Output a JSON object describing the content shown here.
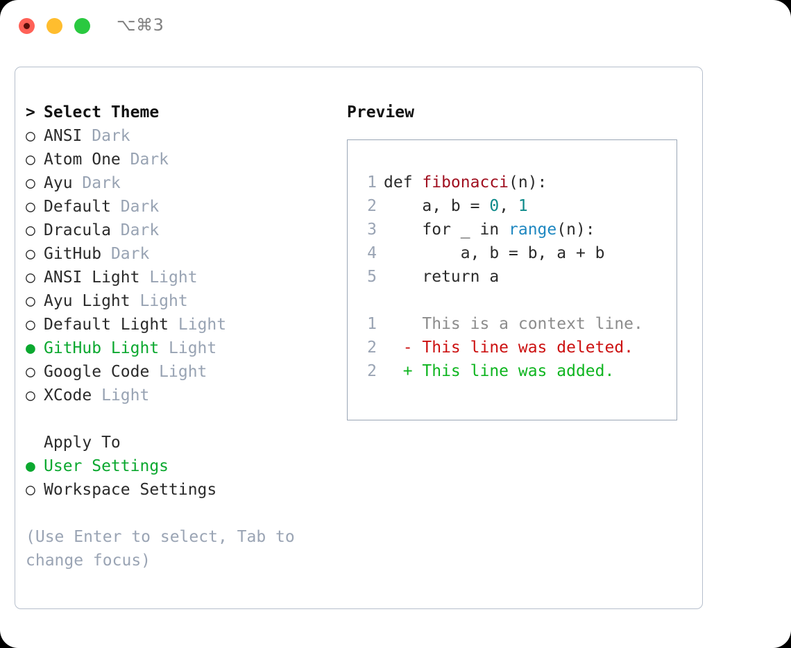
{
  "window": {
    "shortcut_label": "⌥⌘3",
    "traffic_lights": [
      "close",
      "minimize",
      "zoom"
    ]
  },
  "left": {
    "header": {
      "marker": ">",
      "label": "Select Theme"
    },
    "themes": [
      {
        "marker": "○",
        "name": "ANSI",
        "variant": "Dark",
        "selected": false
      },
      {
        "marker": "○",
        "name": "Atom One",
        "variant": "Dark",
        "selected": false
      },
      {
        "marker": "○",
        "name": "Ayu",
        "variant": "Dark",
        "selected": false
      },
      {
        "marker": "○",
        "name": "Default",
        "variant": "Dark",
        "selected": false
      },
      {
        "marker": "○",
        "name": "Dracula",
        "variant": "Dark",
        "selected": false
      },
      {
        "marker": "○",
        "name": "GitHub",
        "variant": "Dark",
        "selected": false
      },
      {
        "marker": "○",
        "name": "ANSI Light",
        "variant": "Light",
        "selected": false
      },
      {
        "marker": "○",
        "name": "Ayu Light",
        "variant": "Light",
        "selected": false
      },
      {
        "marker": "○",
        "name": "Default Light",
        "variant": "Light",
        "selected": false
      },
      {
        "marker": "●",
        "name": "GitHub Light",
        "variant": "Light",
        "selected": true
      },
      {
        "marker": "○",
        "name": "Google Code",
        "variant": "Light",
        "selected": false
      },
      {
        "marker": "○",
        "name": "XCode",
        "variant": "Light",
        "selected": false
      }
    ],
    "apply_to": {
      "label": "Apply To",
      "options": [
        {
          "marker": "●",
          "label": "User Settings",
          "selected": true
        },
        {
          "marker": "○",
          "label": "Workspace Settings",
          "selected": false
        }
      ]
    },
    "hint": "(Use Enter to select, Tab to change focus)"
  },
  "right": {
    "title": "Preview",
    "code_lines": [
      {
        "n": "1",
        "segments": [
          {
            "text": "def ",
            "style": "plain"
          },
          {
            "text": "fibonacci",
            "style": "fn"
          },
          {
            "text": "(n):",
            "style": "plain"
          }
        ]
      },
      {
        "n": "2",
        "segments": [
          {
            "text": "    a, b = ",
            "style": "plain"
          },
          {
            "text": "0",
            "style": "num"
          },
          {
            "text": ", ",
            "style": "plain"
          },
          {
            "text": "1",
            "style": "num"
          }
        ]
      },
      {
        "n": "3",
        "segments": [
          {
            "text": "    for _ in ",
            "style": "plain"
          },
          {
            "text": "range",
            "style": "blue"
          },
          {
            "text": "(n):",
            "style": "plain"
          }
        ]
      },
      {
        "n": "4",
        "segments": [
          {
            "text": "        a, b = b, a + b",
            "style": "plain"
          }
        ]
      },
      {
        "n": "5",
        "segments": [
          {
            "text": "    return a",
            "style": "plain"
          }
        ]
      }
    ],
    "diff_lines": [
      {
        "n": "1",
        "sign": " ",
        "text": "This is a context line.",
        "kind": "context"
      },
      {
        "n": "2",
        "sign": "-",
        "text": "This line was deleted.",
        "kind": "deleted"
      },
      {
        "n": "2",
        "sign": "+",
        "text": "This line was added.",
        "kind": "added"
      }
    ]
  },
  "colors": {
    "selected_green": "#0ba82f",
    "muted_blue_grey": "#98a3b3",
    "diff_added": "#0fb520",
    "diff_deleted": "#cc1111",
    "diff_context": "#8c8c8c",
    "syntax_function": "#a01020",
    "syntax_number": "#0d8a8a",
    "syntax_builtin": "#1e87c0",
    "panel_border": "#b6bfcc"
  }
}
